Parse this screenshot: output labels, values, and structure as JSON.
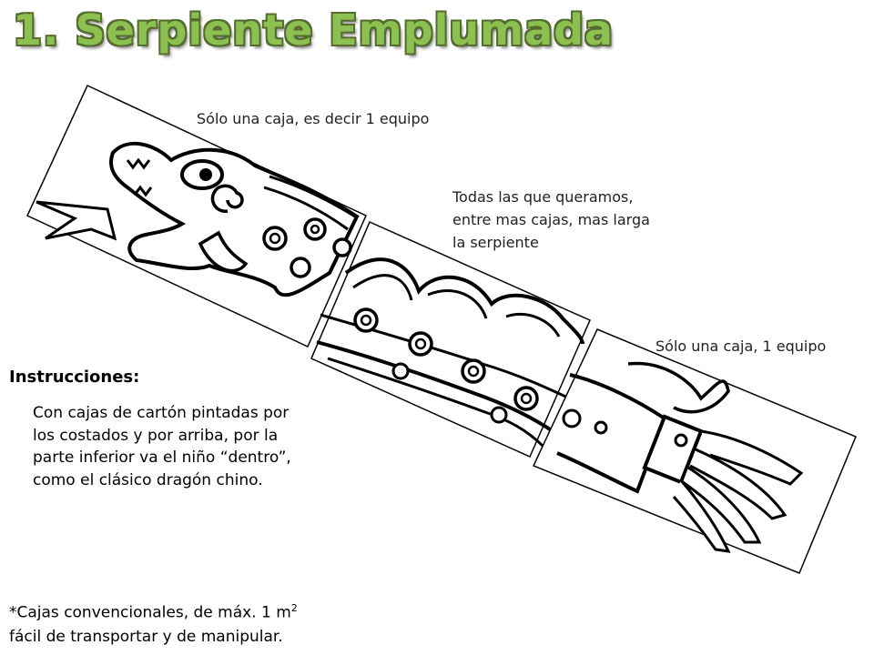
{
  "slide": {
    "title": "1. Serpiente Emplumada",
    "labels": {
      "head": "Sólo una caja, es decir 1 equipo",
      "middle": [
        "Todas las que queramos,",
        "entre mas cajas, mas larga",
        "la serpiente"
      ],
      "tail": "Sólo una caja, 1 equipo"
    },
    "instructions": {
      "heading": "Instrucciones:",
      "lines": [
        "Con cajas de cartón pintadas por",
        "los costados y por arriba, por la",
        "parte inferior va el niño “dentro”,",
        "como el clásico dragón chino."
      ]
    },
    "footnote": {
      "line1_prefix": "*Cajas convencionales, de máx. 1 m",
      "line1_sup": "2",
      "line2": "fácil de transportar y de manipular."
    },
    "colors": {
      "title_fill": "#8cc152",
      "title_outline": "#556b2f"
    },
    "images": [
      "serpent-head-panel",
      "serpent-body-panel",
      "serpent-tail-panel"
    ]
  }
}
